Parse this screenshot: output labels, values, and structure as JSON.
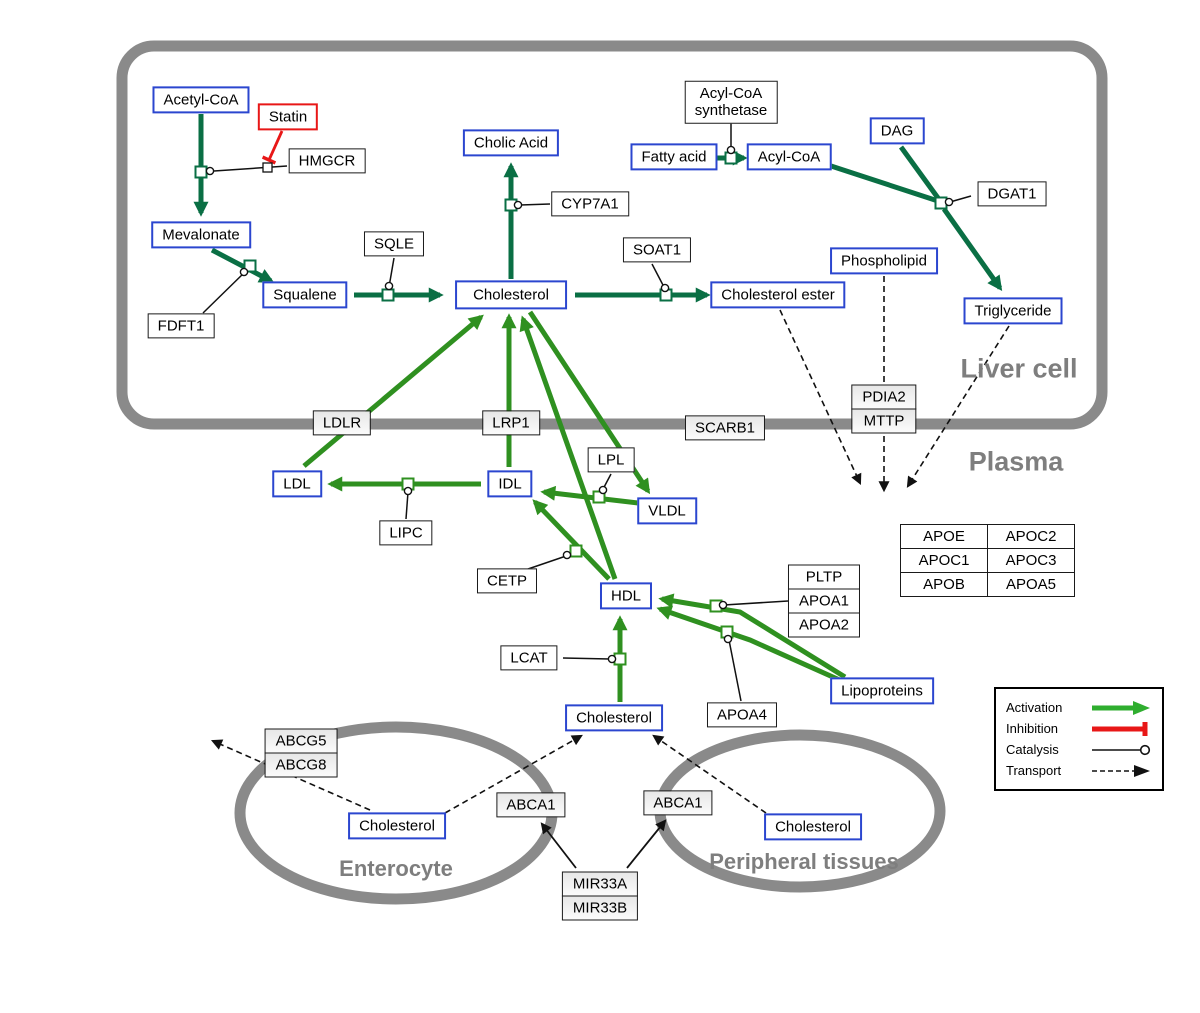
{
  "regions": {
    "liver": {
      "label": "Liver cell"
    },
    "plasma": {
      "label": "Plasma"
    },
    "enterocyte": {
      "label": "Enterocyte"
    },
    "peripheral": {
      "label": "Peripheral tissues"
    }
  },
  "nodes": {
    "acetyl_coa": {
      "label": "Acetyl-CoA"
    },
    "statin": {
      "label": "Statin"
    },
    "hmgcr": {
      "label": "HMGCR"
    },
    "mevalonate": {
      "label": "Mevalonate"
    },
    "sqle": {
      "label": "SQLE"
    },
    "squalene": {
      "label": "Squalene"
    },
    "fdft1": {
      "label": "FDFT1"
    },
    "cholic_acid": {
      "label": "Cholic Acid"
    },
    "cyp7a1": {
      "label": "CYP7A1"
    },
    "cholesterol_liver": {
      "label": "Cholesterol"
    },
    "soat1": {
      "label": "SOAT1"
    },
    "cholesterol_ester": {
      "label": "Cholesterol ester"
    },
    "acyl_coa_synthetase": {
      "line1": "Acyl-CoA",
      "line2": "synthetase"
    },
    "fatty_acid": {
      "label": "Fatty acid"
    },
    "acyl_coa": {
      "label": "Acyl-CoA"
    },
    "dag": {
      "label": "DAG"
    },
    "dgat1": {
      "label": "DGAT1"
    },
    "phospholipid": {
      "label": "Phospholipid"
    },
    "triglyceride": {
      "label": "Triglyceride"
    },
    "pdia2": {
      "label": "PDIA2"
    },
    "mttp": {
      "label": "MTTP"
    },
    "ldlr": {
      "label": "LDLR"
    },
    "lrp1": {
      "label": "LRP1"
    },
    "scarb1": {
      "label": "SCARB1"
    },
    "lpl": {
      "label": "LPL"
    },
    "ldl": {
      "label": "LDL"
    },
    "idl": {
      "label": "IDL"
    },
    "vldl": {
      "label": "VLDL"
    },
    "lipc": {
      "label": "LIPC"
    },
    "cetp": {
      "label": "CETP"
    },
    "hdl": {
      "label": "HDL"
    },
    "pltp": {
      "label": "PLTP"
    },
    "apoa1": {
      "label": "APOA1"
    },
    "apoa2": {
      "label": "APOA2"
    },
    "lcat": {
      "label": "LCAT"
    },
    "apoa4": {
      "label": "APOA4"
    },
    "lipoproteins": {
      "label": "Lipoproteins"
    },
    "cholesterol_plasma": {
      "label": "Cholesterol"
    },
    "abcg5": {
      "label": "ABCG5"
    },
    "abcg8": {
      "label": "ABCG8"
    },
    "cholesterol_enterocyte": {
      "label": "Cholesterol"
    },
    "abca1_enterocyte": {
      "label": "ABCA1"
    },
    "abca1_peripheral": {
      "label": "ABCA1"
    },
    "cholesterol_peripheral": {
      "label": "Cholesterol"
    },
    "mir33a": {
      "label": "MIR33A"
    },
    "mir33b": {
      "label": "MIR33B"
    }
  },
  "apo_table": {
    "rows": [
      [
        "APOE",
        "APOC2"
      ],
      [
        "APOC1",
        "APOC3"
      ],
      [
        "APOB",
        "APOA5"
      ]
    ]
  },
  "legend": {
    "items": [
      {
        "label": "Activation"
      },
      {
        "label": "Inhibition"
      },
      {
        "label": "Catalysis"
      },
      {
        "label": "Transport"
      }
    ]
  },
  "colors": {
    "metabolite_border_blue": "#2b46cf",
    "conversion_green": "#0a6f44",
    "lipoprotein_green": "#2f9020",
    "legend_green": "#2fae2f",
    "inhibition_red": "#e81717",
    "membrane_gray": "#8a8a8a"
  }
}
